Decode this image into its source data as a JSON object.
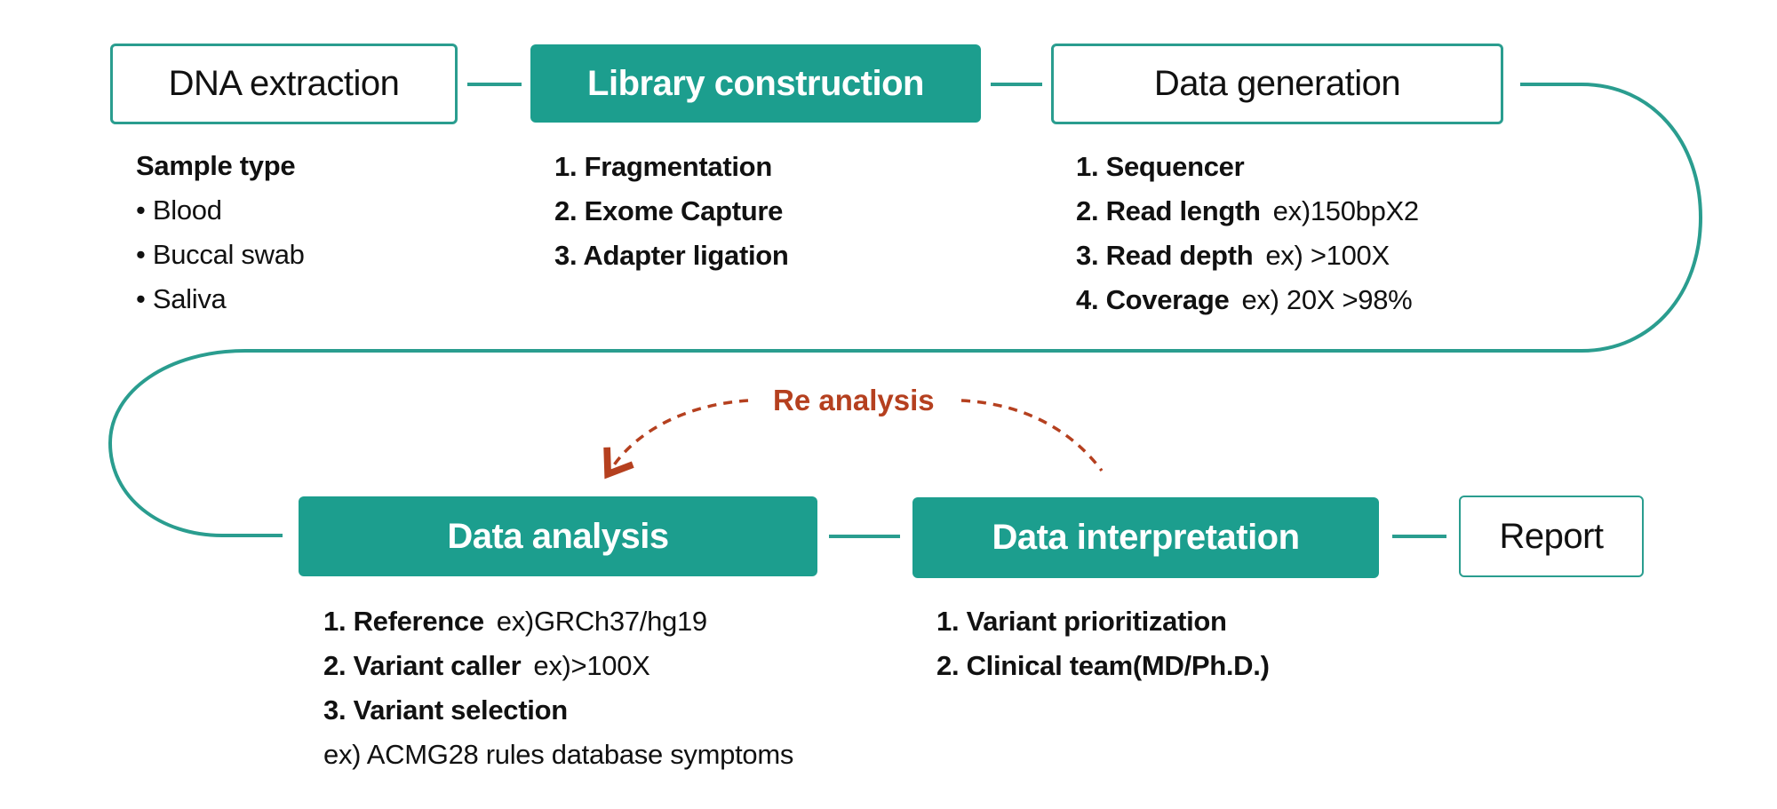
{
  "colors": {
    "teal": "#1c9e8e",
    "teal_line": "#2a9d8f",
    "reanalysis": "#b5401f",
    "text": "#111111"
  },
  "steps": {
    "dna_extraction": {
      "title": "DNA extraction",
      "heading": "Sample type",
      "items": [
        "• Blood",
        "• Buccal swab",
        "• Saliva"
      ]
    },
    "library_construction": {
      "title": "Library construction",
      "items": [
        "1. Fragmentation",
        "2. Exome Capture",
        "3. Adapter ligation"
      ]
    },
    "data_generation": {
      "title": "Data generation",
      "items": [
        {
          "label": "1. Sequencer",
          "example": ""
        },
        {
          "label": "2. Read length",
          "example": "ex)150bpX2"
        },
        {
          "label": "3. Read depth",
          "example": "ex) >100X"
        },
        {
          "label": "4. Coverage",
          "example": "ex) 20X >98%"
        }
      ]
    },
    "data_analysis": {
      "title": "Data analysis",
      "items": [
        {
          "label": "1. Reference",
          "example": "ex)GRCh37/hg19"
        },
        {
          "label": "2. Variant caller",
          "example": "ex)>100X"
        },
        {
          "label": "3. Variant selection",
          "example": ""
        }
      ],
      "note": "ex) ACMG28 rules database symptoms"
    },
    "data_interpretation": {
      "title": "Data interpretation",
      "items": [
        "1. Variant prioritization",
        "2. Clinical team(MD/Ph.D.)"
      ]
    },
    "report": {
      "title": "Report"
    }
  },
  "feedback_loop": {
    "label": "Re analysis"
  }
}
